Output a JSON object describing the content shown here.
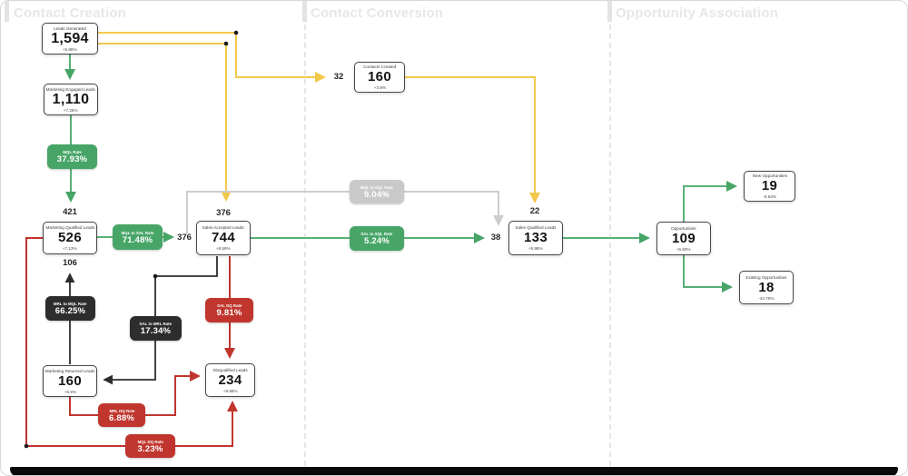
{
  "sections": {
    "creation": {
      "title": "Contact Creation"
    },
    "conversion": {
      "title": "Contact Conversion"
    },
    "association": {
      "title": "Opportunity Association"
    }
  },
  "colors": {
    "green": "#47a567",
    "yellow": "#f2c84b",
    "gray": "#cdcdcd",
    "dark": "#2d2d2d",
    "red": "#c0362e"
  },
  "nodes": {
    "leads_generated": {
      "title": "Leads Generated",
      "value": "1,594",
      "change": "+5.86%"
    },
    "marketing_engaged": {
      "title": "Marketing Engaged Leads",
      "value": "1,110",
      "change": "+7.25%"
    },
    "mql": {
      "title": "Marketing Qualified Leads",
      "value": "526",
      "change": "+7.13%"
    },
    "sal": {
      "title": "Sales Accepted Leads",
      "value": "744",
      "change": "+8.59%"
    },
    "contacts_created": {
      "title": "Contacts Created",
      "value": "160",
      "change": "+3.8%"
    },
    "sql": {
      "title": "Sales Qualified Leads",
      "value": "133",
      "change": "+5.98%"
    },
    "opportunities": {
      "title": "Opportunities",
      "value": "109",
      "change": "+5.83%"
    },
    "new_opportunities": {
      "title": "New Opportunities",
      "value": "19",
      "change": "-9.52%"
    },
    "existing_opportunities": {
      "title": "Existing Opportunities",
      "value": "18",
      "change": "-43.75%"
    },
    "marketing_returned": {
      "title": "Marketing Returned Leads",
      "value": "160",
      "change": "+5.9%"
    },
    "disqualified": {
      "title": "Disqualified Leads",
      "value": "234",
      "change": "+8.89%"
    }
  },
  "rates": {
    "mql_rate": {
      "label": "MQL Rate",
      "value": "37.93%"
    },
    "mql_to_sal": {
      "label": "MQL to SAL Rate",
      "value": "71.48%"
    },
    "mql_to_sql": {
      "label": "MQL to SQL Rate",
      "value": "9.04%"
    },
    "sal_to_sql": {
      "label": "SAL to SQL Rate",
      "value": "5.24%"
    },
    "mrl_to_mql": {
      "label": "MRL to MQL Rate",
      "value": "66.25%"
    },
    "sal_to_mrl": {
      "label": "SAL to MRL Rate",
      "value": "17.34%"
    },
    "sal_dq": {
      "label": "SAL DQ Rate",
      "value": "9.81%"
    },
    "mrl_dq": {
      "label": "MRL DQ Rate",
      "value": "6.88%"
    },
    "mql_dq": {
      "label": "MQL DQ Rate",
      "value": "3.23%"
    }
  },
  "edge_labels": {
    "engaged_to_mql": "421",
    "returned_to_mql": "106",
    "mql_to_sal": "376",
    "leads_to_sal": "376",
    "leads_to_contacts": "32",
    "contacts_to_sql": "22",
    "sal_to_sql": "38"
  }
}
